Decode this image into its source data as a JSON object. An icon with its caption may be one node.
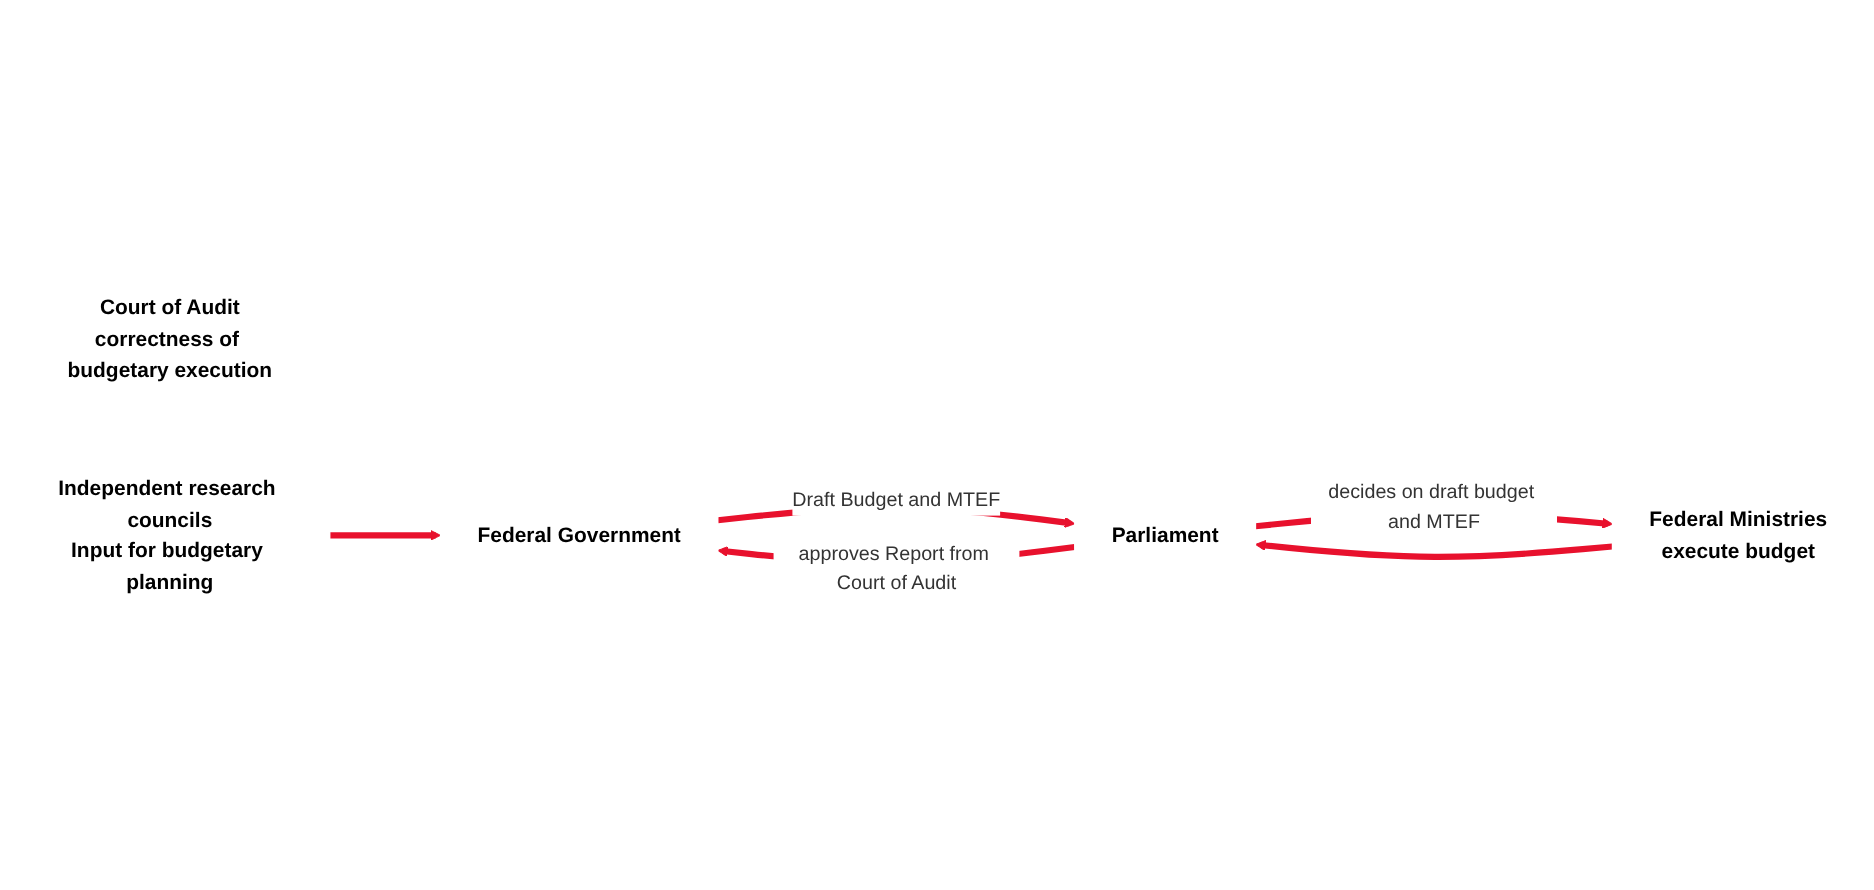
{
  "diagram": {
    "nodes": [
      {
        "text": [
          "Federal Government"
        ]
      },
      {
        "text": [
          "Parliament"
        ]
      },
      {
        "text": [
          "Federal Ministries",
          "execute budget"
        ]
      },
      {
        "text": [
          "Court of Audit",
          "correctness of budgetary execution"
        ]
      },
      {
        "text": [
          "Independent research councils",
          "Input for budgetary planning"
        ]
      }
    ],
    "edges": [
      {
        "from": 0,
        "to": 1,
        "label": "Draft Budget and MTEF",
        "arrow": "to"
      },
      {
        "from": 2,
        "to": 1,
        "arrow": "to"
      },
      {
        "from": 1,
        "to": 0,
        "label": "approves Report from Court of Audit",
        "arrow": "to"
      },
      {
        "from": 1,
        "to": 2,
        "label": "decides on draft budget and MTEF",
        "arrow": "to"
      },
      {
        "from": 4,
        "to": 0,
        "arrow": "to"
      }
    ]
  }
}
